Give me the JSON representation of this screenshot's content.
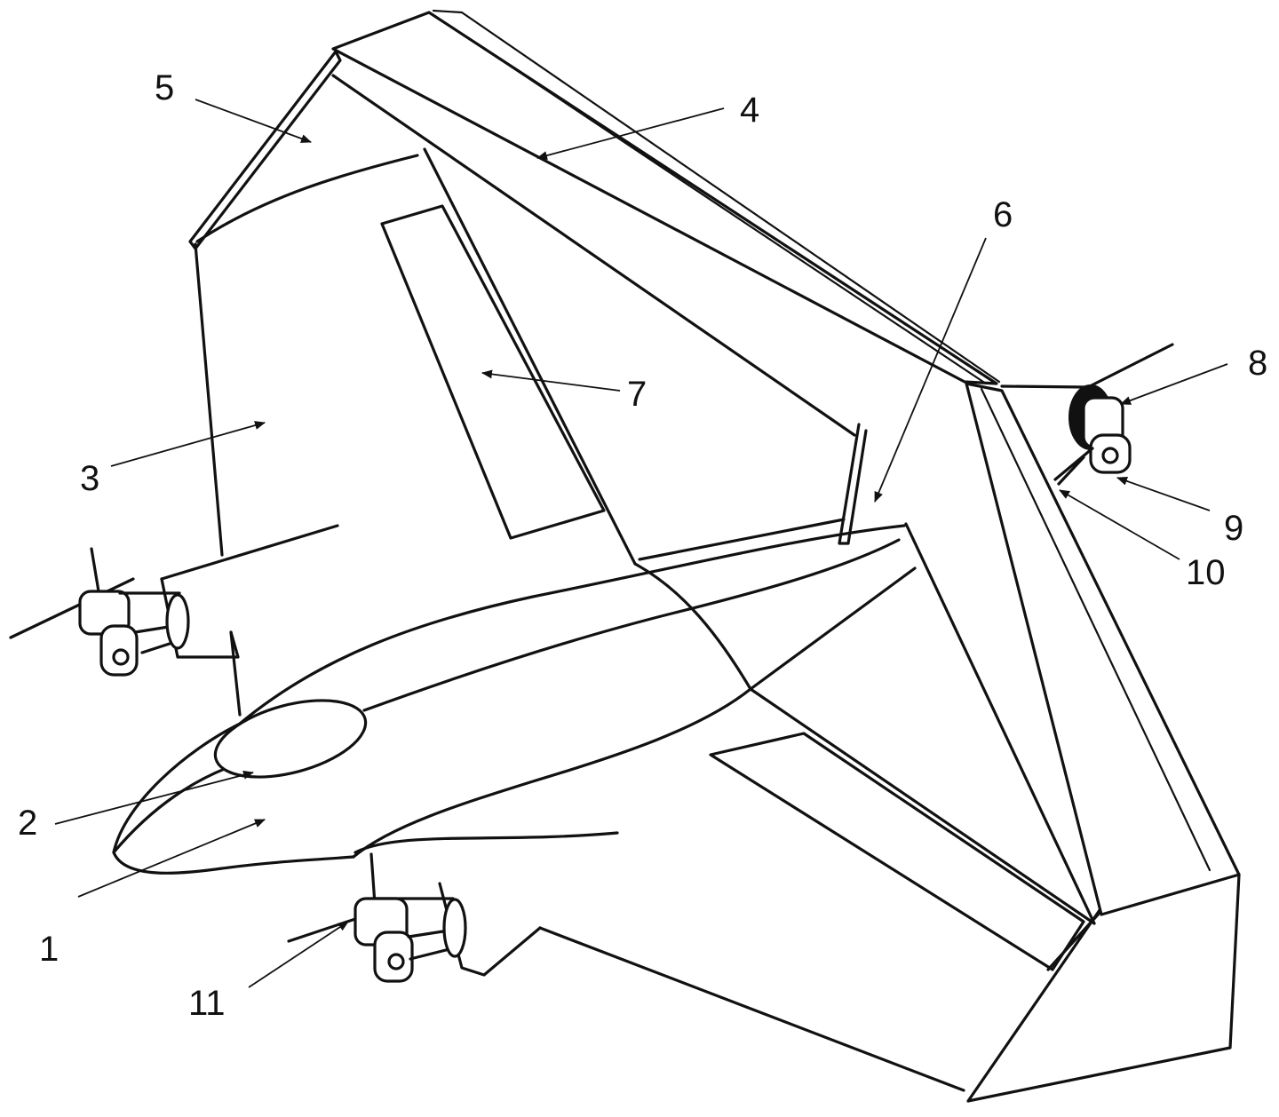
{
  "colors": {
    "line": "#111111",
    "background": "#ffffff"
  },
  "labels": {
    "l1": "1",
    "l2": "2",
    "l3": "3",
    "l4": "4",
    "l5": "5",
    "l6": "6",
    "l7": "7",
    "l8": "8",
    "l9": "9",
    "l10": "10",
    "l11": "11"
  }
}
